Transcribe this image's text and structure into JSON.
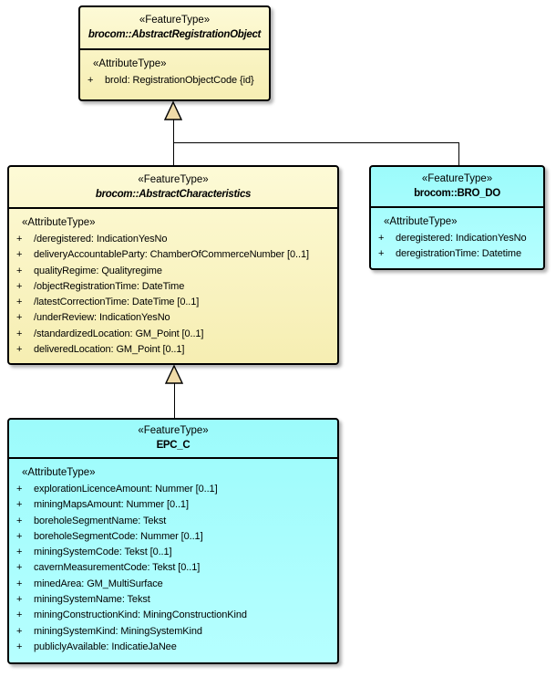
{
  "classes": [
    {
      "stereotype": "«FeatureType»",
      "name": "brocom::AbstractRegistrationObject",
      "abstract": true,
      "fill": "yellow",
      "attr_stereotype": "«AttributeType»",
      "attributes": [
        {
          "vis": "+",
          "text": "broId: RegistrationObjectCode {id}"
        }
      ]
    },
    {
      "stereotype": "«FeatureType»",
      "name": "brocom::AbstractCharacteristics",
      "abstract": true,
      "fill": "yellow",
      "attr_stereotype": "«AttributeType»",
      "attributes": [
        {
          "vis": "+",
          "text": "/deregistered: IndicationYesNo"
        },
        {
          "vis": "+",
          "text": "deliveryAccountableParty: ChamberOfCommerceNumber [0..1]"
        },
        {
          "vis": "+",
          "text": "qualityRegime: Qualityregime"
        },
        {
          "vis": "+",
          "text": "/objectRegistrationTime: DateTime"
        },
        {
          "vis": "+",
          "text": "/latestCorrectionTime: DateTime [0..1]"
        },
        {
          "vis": "+",
          "text": "/underReview: IndicationYesNo"
        },
        {
          "vis": "+",
          "text": "/standardizedLocation: GM_Point [0..1]"
        },
        {
          "vis": "+",
          "text": "deliveredLocation: GM_Point [0..1]"
        }
      ]
    },
    {
      "stereotype": "«FeatureType»",
      "name": "brocom::BRO_DO",
      "abstract": false,
      "fill": "cyan",
      "attr_stereotype": "«AttributeType»",
      "attributes": [
        {
          "vis": "+",
          "text": "deregistered: IndicationYesNo"
        },
        {
          "vis": "+",
          "text": "deregistrationTime: Datetime"
        }
      ]
    },
    {
      "stereotype": "«FeatureType»",
      "name": "EPC_C",
      "abstract": false,
      "fill": "cyan",
      "attr_stereotype": "«AttributeType»",
      "attributes": [
        {
          "vis": "+",
          "text": "explorationLicenceAmount: Nummer [0..1]"
        },
        {
          "vis": "+",
          "text": "miningMapsAmount: Nummer [0..1]"
        },
        {
          "vis": "+",
          "text": "boreholeSegmentName: Tekst"
        },
        {
          "vis": "+",
          "text": "boreholeSegmentCode: Nummer [0..1]"
        },
        {
          "vis": "+",
          "text": "miningSystemCode: Tekst [0..1]"
        },
        {
          "vis": "+",
          "text": "cavernMeasurementCode: Tekst [0..1]"
        },
        {
          "vis": "+",
          "text": "minedArea: GM_MultiSurface"
        },
        {
          "vis": "+",
          "text": "miningSystemName: Tekst"
        },
        {
          "vis": "+",
          "text": "miningConstructionKind: MiningConstructionKind"
        },
        {
          "vis": "+",
          "text": "miningSystemKind: MiningSystemKind"
        },
        {
          "vis": "+",
          "text": "publiclyAvailable: IndicatieJaNee"
        }
      ]
    }
  ],
  "relationships": [
    {
      "type": "generalization",
      "from": "brocom::AbstractCharacteristics",
      "to": "brocom::AbstractRegistrationObject"
    },
    {
      "type": "generalization",
      "from": "brocom::BRO_DO",
      "to": "brocom::AbstractRegistrationObject"
    },
    {
      "type": "generalization",
      "from": "EPC_C",
      "to": "brocom::AbstractCharacteristics"
    }
  ],
  "colors": {
    "background": "#FFFFFF",
    "border": "#000000",
    "yellow_fill_top": "#FDFAD6",
    "yellow_fill_bottom": "#F6EEB2",
    "cyan_fill_top": "#9CFBFB",
    "cyan_fill_bottom": "#B6FFFF",
    "triangle_fill": "#F0DBA8"
  }
}
